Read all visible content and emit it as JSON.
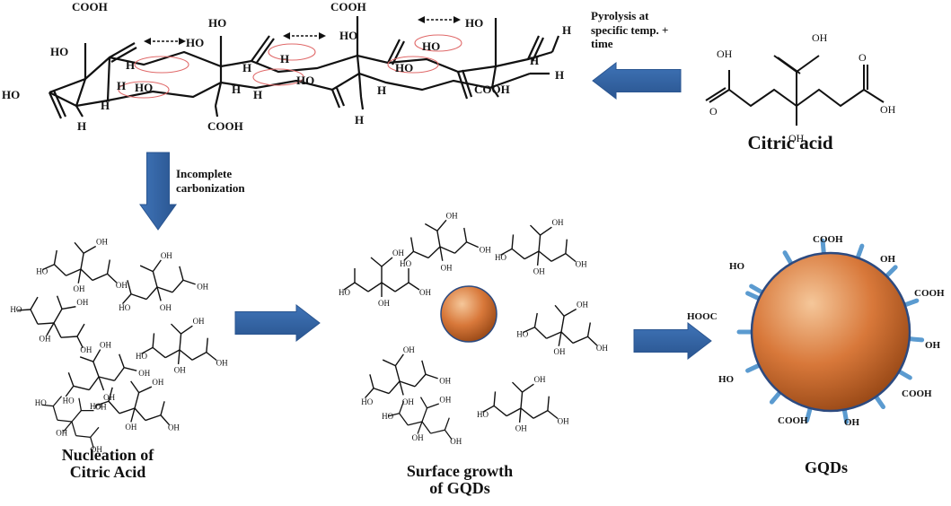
{
  "labels": {
    "pyrolysis": [
      "Pyrolysis at",
      "specific temp. +",
      "time"
    ],
    "citric_acid": "Citric acid",
    "incomplete": [
      "Incomplete",
      "carbonization"
    ],
    "nucleation": [
      "Nucleation of",
      "Citric Acid"
    ],
    "surface_growth": [
      "Surface growth",
      "of GQDs"
    ],
    "gqds": "GQDs"
  },
  "chem": {
    "cooh": "COOH",
    "hooc": "HOOC",
    "ho": "HO",
    "oh": "OH",
    "h": "H",
    "o": "O"
  },
  "colors": {
    "arrow": "#3f74b8",
    "arrow_dark": "#2a5590",
    "sphere_light": "#f5c79a",
    "sphere_mid": "#d8783a",
    "sphere_dark": "#9c4b18",
    "sphere_outline": "#2c4a80",
    "spike": "#5b9bd0",
    "ellipse": "#e06a6a"
  }
}
